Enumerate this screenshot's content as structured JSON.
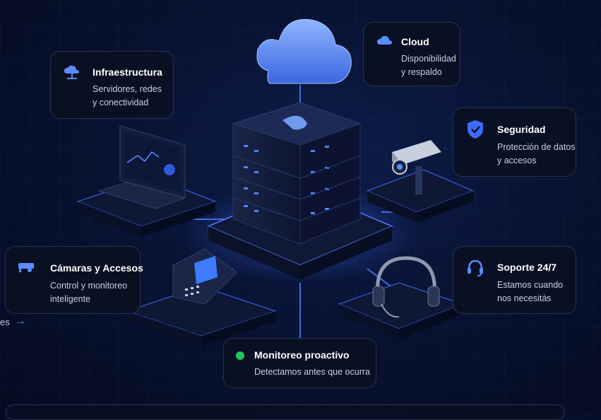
{
  "cards": {
    "cloud": {
      "title": "Cloud",
      "desc1": "Disponibilidad",
      "desc2": "y respaldo"
    },
    "infraestructura": {
      "title": "Infraestructura",
      "desc1": "Servidores, redes",
      "desc2": "y conectividad"
    },
    "seguridad": {
      "title": "Seguridad",
      "desc1": "Protección de datos",
      "desc2": "y accesos"
    },
    "camaras": {
      "title": "Cámaras y Accesos",
      "desc1": "Control y monitoreo",
      "desc2": "inteligente"
    },
    "soporte": {
      "title": "Soporte 24/7",
      "desc1": "Estamos cuando",
      "desc2": "nos necesitás"
    },
    "monitoreo": {
      "title": "Monitoreo proactivo",
      "desc1": "Detectamos antes que ocurra"
    }
  },
  "more_link": {
    "label": "es",
    "arrow": "→"
  },
  "colors": {
    "accent": "#5b8cff",
    "status_green": "#22c55e",
    "card_bg": "#0a1022"
  }
}
